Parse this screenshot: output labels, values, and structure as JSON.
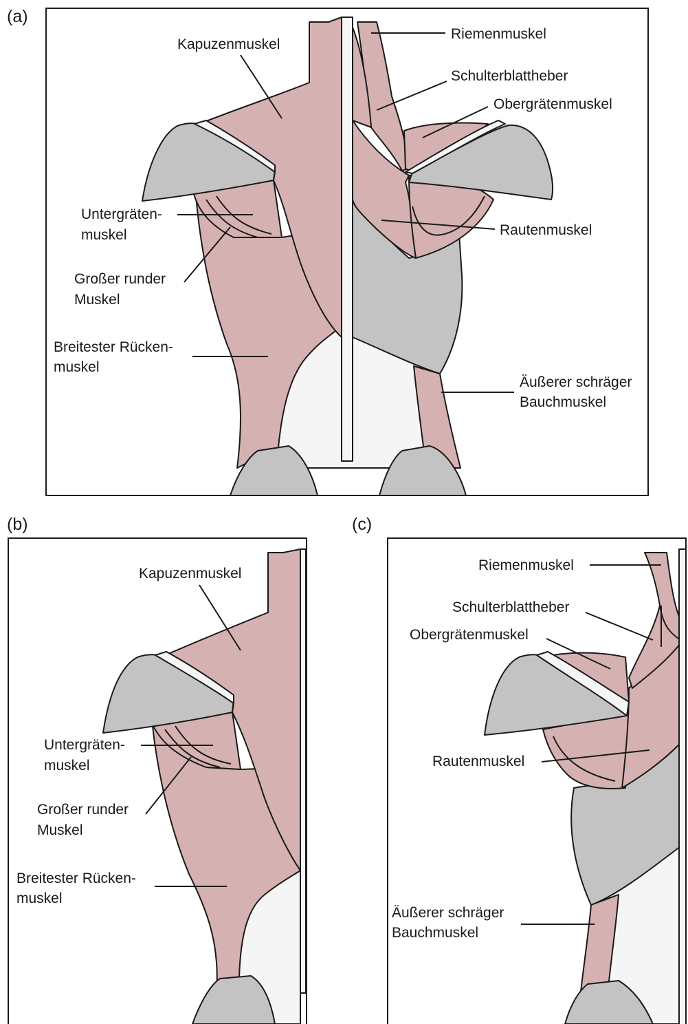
{
  "panels": {
    "a": {
      "label": "(a)",
      "labels": {
        "kapuzenmuskel": "Kapuzenmuskel",
        "riemenmuskel": "Riemenmuskel",
        "schulterblattheber": "Schulterblattheber",
        "obergraetenmuskel": "Obergrätenmuskel",
        "untergraeten_1": "Untergräten-",
        "untergraeten_2": "muskel",
        "grosser_runder_1": "Großer runder",
        "grosser_runder_2": "Muskel",
        "rautenmuskel": "Rautenmuskel",
        "breitester_1": "Breitester Rücken-",
        "breitester_2": "muskel",
        "aeusserer_1": "Äußerer schräger",
        "aeusserer_2": "Bauchmuskel"
      }
    },
    "b": {
      "label": "(b)",
      "labels": {
        "kapuzenmuskel": "Kapuzenmuskel",
        "untergraeten_1": "Untergräten-",
        "untergraeten_2": "muskel",
        "grosser_runder_1": "Großer runder",
        "grosser_runder_2": "Muskel",
        "breitester_1": "Breitester Rücken-",
        "breitester_2": "muskel"
      }
    },
    "c": {
      "label": "(c)",
      "labels": {
        "riemenmuskel": "Riemenmuskel",
        "schulterblattheber": "Schulterblattheber",
        "obergraetenmuskel": "Obergrätenmuskel",
        "rautenmuskel": "Rautenmuskel",
        "aeusserer_1": "Äußerer schräger",
        "aeusserer_2": "Bauchmuskel"
      }
    }
  },
  "colors": {
    "muscle": "#d6b1b1",
    "bone": "#c3c3c3",
    "background_body": "#f5f5f5",
    "outline": "#1a1a1a"
  }
}
